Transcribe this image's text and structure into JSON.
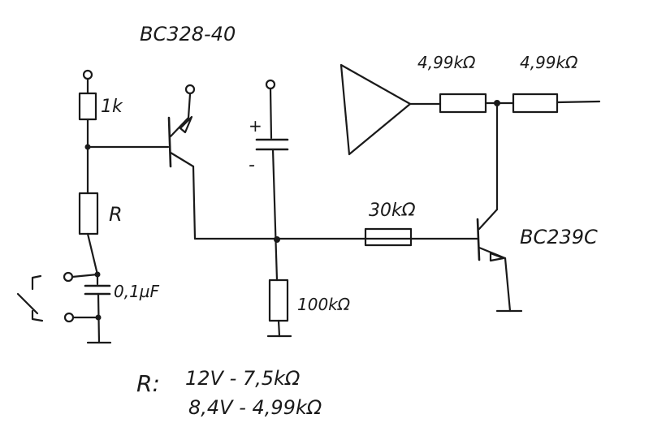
{
  "labels": {
    "transistor_pnp": "BC328-40",
    "transistor_npn": "BC239C",
    "r_1k": "1k",
    "r_var": "R",
    "cap_small": "0,1µF",
    "cap_plus": "+",
    "cap_minus": "-",
    "r_100k": "100kΩ",
    "r_30k": "30kΩ",
    "r_out1": "4,99kΩ",
    "r_out2": "4,99kΩ",
    "note_prefix": "R:",
    "note_line1": "12V - 7,5kΩ",
    "note_line2": "8,4V - 4,99kΩ"
  }
}
